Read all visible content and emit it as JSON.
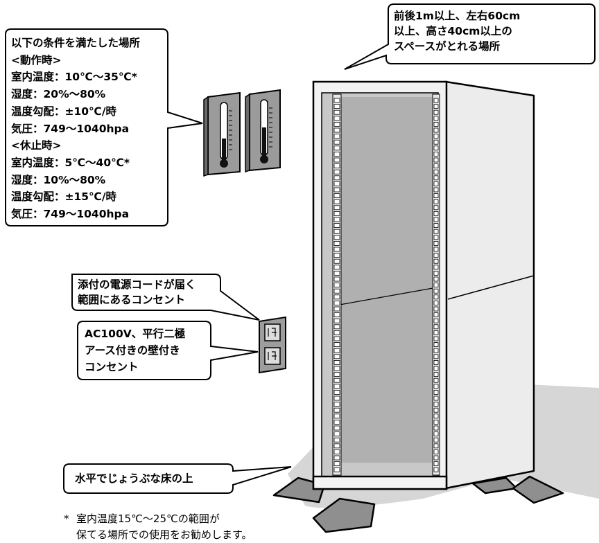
{
  "callouts": {
    "space": {
      "lines": [
        "前後1m以上、左右60cm",
        "以上、高さ40cm以上の",
        "スペースがとれる場所"
      ]
    },
    "conditions": {
      "lines": [
        "以下の条件を満たした場所",
        "<動作時>",
        "室内温度：10℃～35℃*",
        "湿度：20%～80%",
        "温度勾配：±10℃/時",
        "気圧：749～1040hpa",
        "<休止時>",
        "室内温度：5℃～40℃*",
        "湿度：10%～80%",
        "温度勾配：±15℃/時",
        "気圧：749～1040hpa"
      ]
    },
    "power_cord": {
      "lines": [
        "添付の電源コードが届く",
        "範囲にあるコンセント"
      ]
    },
    "outlet": {
      "lines": [
        "AC100V、平行二極",
        "アース付きの壁付き",
        "コンセント"
      ]
    },
    "floor": {
      "lines": [
        "水平でじょうぶな床の上"
      ]
    }
  },
  "footnote": {
    "mark": "*",
    "lines": [
      "室内温度15℃～25℃の範囲が",
      "保てる場所での使用をお勧めします。"
    ]
  }
}
